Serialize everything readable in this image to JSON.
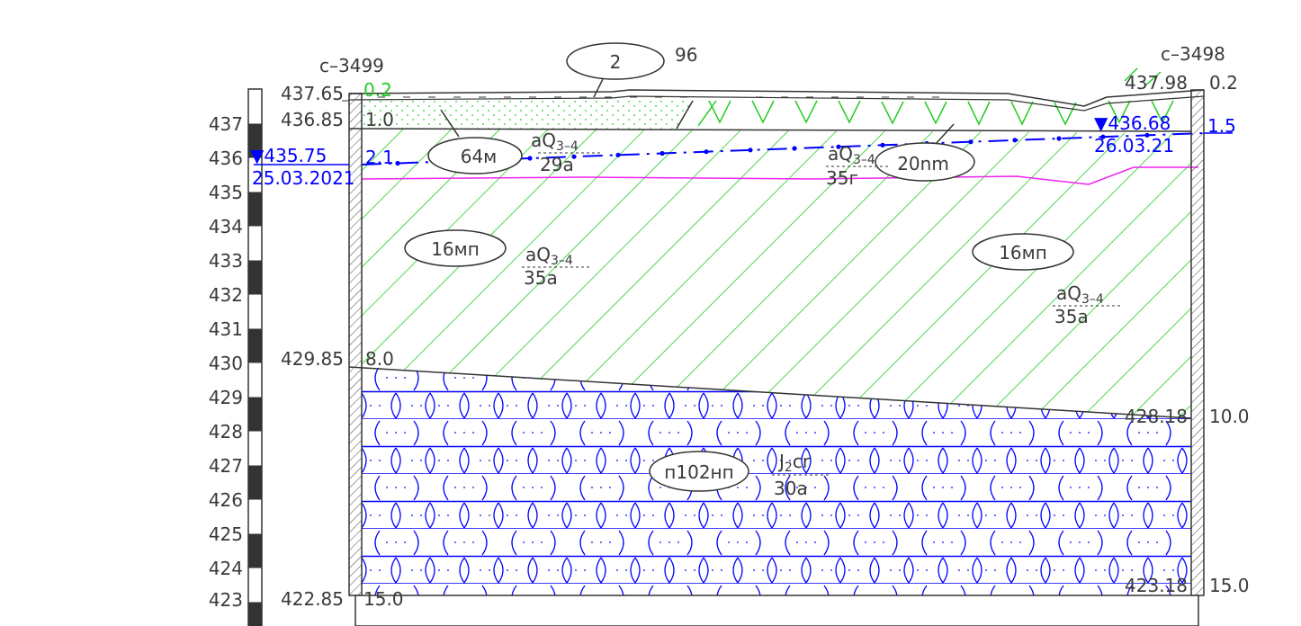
{
  "colors": {
    "line": "#333333",
    "water": "#0000ff",
    "loam_hatch": "#22cc22",
    "sand_fill": "#22cc22",
    "boundary": "#ee22ee",
    "clay_pattern": "#0000ff"
  },
  "scale": {
    "labels": [
      "437",
      "436",
      "435",
      "434",
      "433",
      "432",
      "431",
      "430",
      "429",
      "428",
      "427",
      "426",
      "425",
      "424",
      "423"
    ]
  },
  "boreholes": {
    "left": {
      "name": "с–3499",
      "top_elev": "437.65",
      "top_depth": "0.2",
      "l1_elev": "436.85",
      "l1_depth": "1.0",
      "wl_elev": "▼435.75",
      "wl_date": "25.03.2021",
      "wl_depth": "2.1",
      "l2_elev": "429.85",
      "l2_depth": "8.0",
      "bot_elev": "422.85",
      "bot_depth": "15.0"
    },
    "right": {
      "name": "с–3498",
      "top_elev": "437.98",
      "top_depth": "0.2",
      "wl_elev": "▼436.68",
      "wl_date": "26.03.21",
      "wl_depth": "1.5",
      "l2_elev": "428.18",
      "l2_depth": "10.0",
      "bot_elev": "423.18",
      "bot_depth": "15.0"
    }
  },
  "labels": {
    "ell_2": "2",
    "code_96": "96",
    "ell_64m": "64м",
    "ell_20nm": "20nm",
    "ell_16mn_left": "16мп",
    "ell_16mn_right": "16мп",
    "ell_n102": "п102нп",
    "aq": "aQ",
    "aq_sub": "3–4",
    "a29": "29a",
    "a35g": "35г",
    "a35_1": "35a",
    "a35_2": "35a",
    "j2": "J",
    "j2_sub": "2",
    "j2_cr": "cr",
    "a30": "30a"
  }
}
